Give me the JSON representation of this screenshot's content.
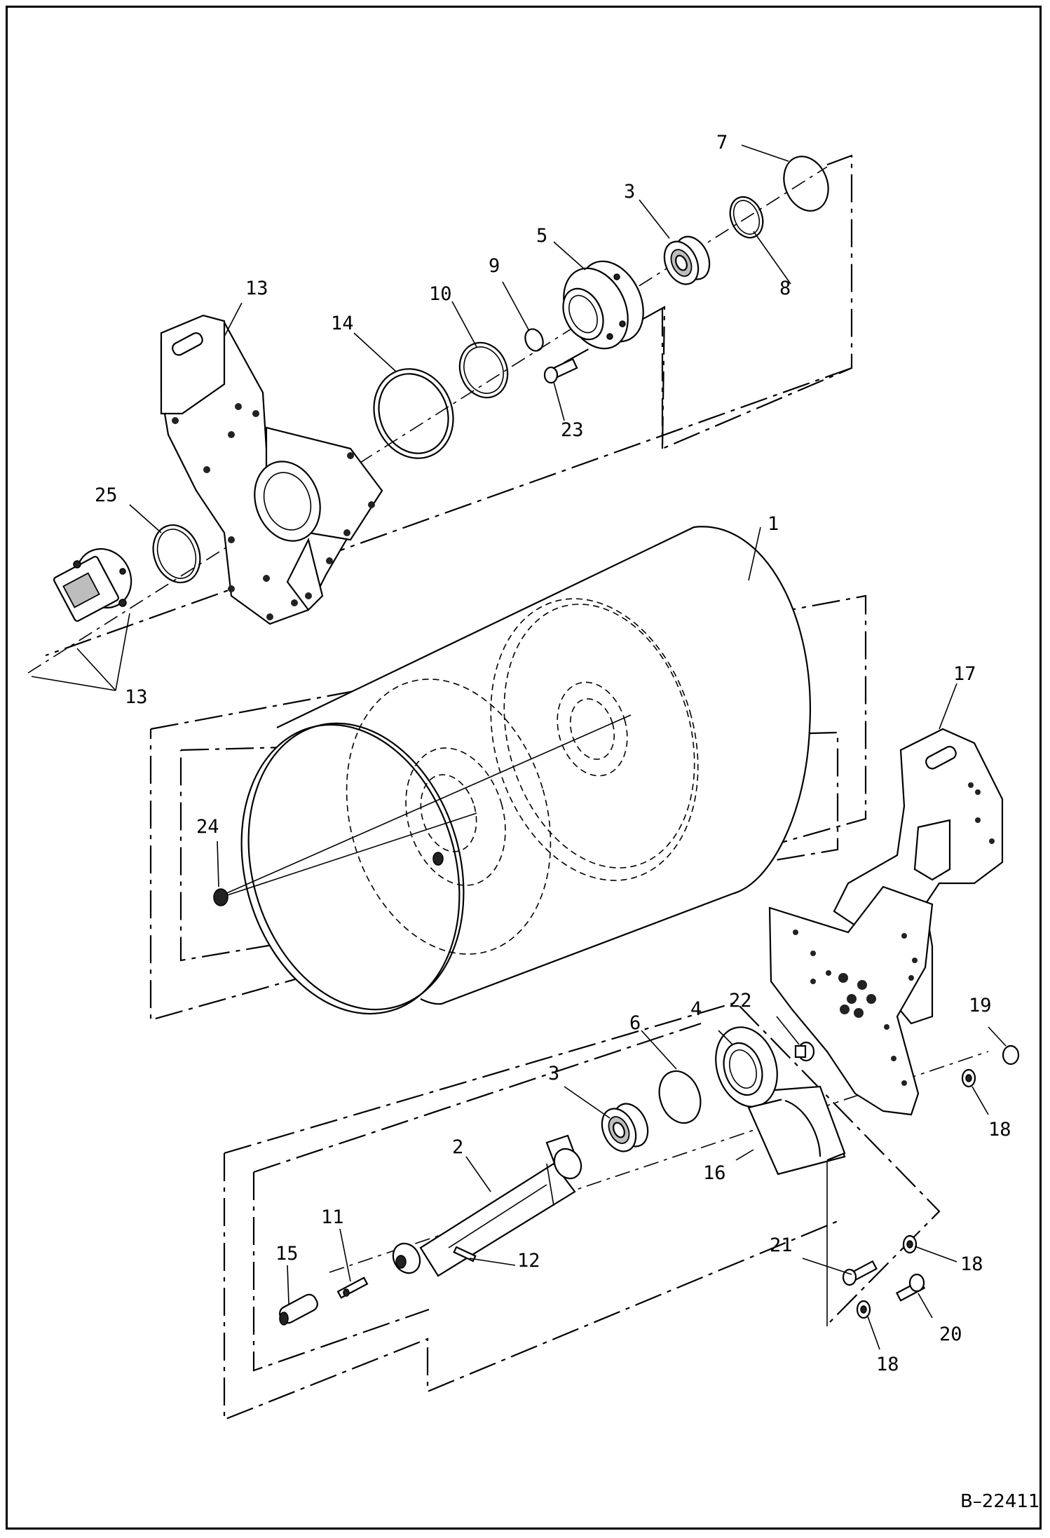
{
  "drawing": {
    "number": "B–22411"
  },
  "callouts": {
    "c1": "1",
    "c2": "2",
    "c3a": "3",
    "c3b": "3",
    "c4": "4",
    "c5": "5",
    "c6": "6",
    "c7": "7",
    "c8": "8",
    "c9": "9",
    "c10": "10",
    "c11": "11",
    "c12": "12",
    "c13a": "13",
    "c13b": "13",
    "c14": "14",
    "c15": "15",
    "c16": "16",
    "c17": "17",
    "c18a": "18",
    "c18b": "18",
    "c18c": "18",
    "c19": "19",
    "c20": "20",
    "c21": "21",
    "c22": "22",
    "c23": "23",
    "c24": "24",
    "c25": "25"
  }
}
